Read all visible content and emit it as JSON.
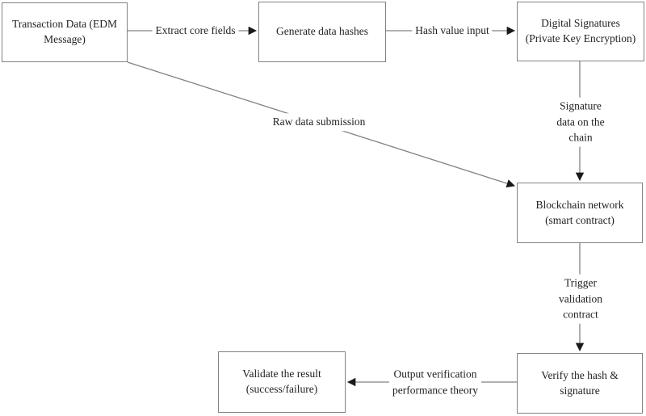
{
  "diagram": {
    "type": "flowchart",
    "nodes": [
      {
        "id": "transaction-data",
        "label": "Transaction Data (EDM\nMessage)"
      },
      {
        "id": "generate-data-hashes",
        "label": "Generate data hashes"
      },
      {
        "id": "digital-signatures",
        "label": "Digital Signatures\n(Private Key Encryption)"
      },
      {
        "id": "blockchain-network",
        "label": "Blockchain network\n(smart contract)"
      },
      {
        "id": "verify-hash-signature",
        "label": "Verify the hash &\nsignature"
      },
      {
        "id": "validate-result",
        "label": "Validate the result\n(success/failure)"
      }
    ],
    "edges": [
      {
        "from": "transaction-data",
        "to": "generate-data-hashes",
        "label": "Extract core fields"
      },
      {
        "from": "generate-data-hashes",
        "to": "digital-signatures",
        "label": "Hash value input"
      },
      {
        "from": "transaction-data",
        "to": "blockchain-network",
        "label": "Raw data submission"
      },
      {
        "from": "digital-signatures",
        "to": "blockchain-network",
        "label": "Signature data on the chain"
      },
      {
        "from": "blockchain-network",
        "to": "verify-hash-signature",
        "label": "Trigger validation contract"
      },
      {
        "from": "verify-hash-signature",
        "to": "validate-result",
        "label": "Output verification\nperformance theory"
      }
    ],
    "colors": {
      "background": "#ffffff",
      "box_border": "#828282",
      "line": "#828282",
      "arrowhead": "#1a1a1a",
      "text": "#1f1f1f"
    }
  }
}
